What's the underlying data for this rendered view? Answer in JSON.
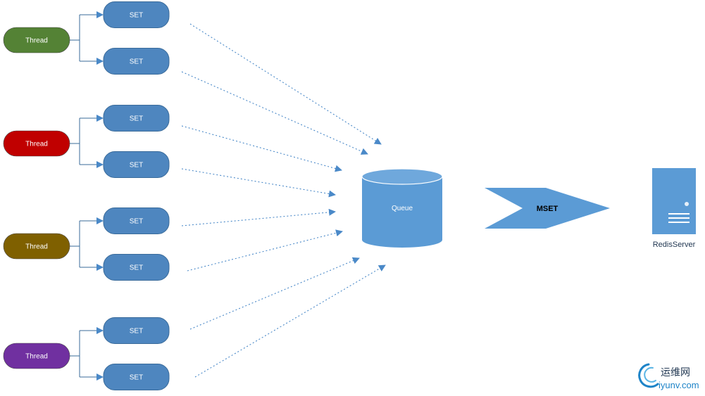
{
  "threads": [
    {
      "label": "Thread",
      "color": "#548235",
      "sets": [
        "SET",
        "SET"
      ]
    },
    {
      "label": "Thread",
      "color": "#c00000",
      "sets": [
        "SET",
        "SET"
      ]
    },
    {
      "label": "Thread",
      "color": "#7f6000",
      "sets": [
        "SET",
        "SET"
      ]
    },
    {
      "label": "Thread",
      "color": "#7030a0",
      "sets": [
        "SET",
        "SET"
      ]
    }
  ],
  "queue": {
    "label": "Queue"
  },
  "mset": {
    "label": "MSET"
  },
  "server": {
    "label": "RedisServer",
    "icon": "server-icon"
  },
  "watermark": {
    "cn": "运维网",
    "en": "iyunv.com"
  },
  "colors": {
    "set_fill": "#4e86bf",
    "set_stroke": "#3a6b9a",
    "primary": "#5b9bd5",
    "connector": "#3a6b9a",
    "arrow": "#4a89c8"
  }
}
